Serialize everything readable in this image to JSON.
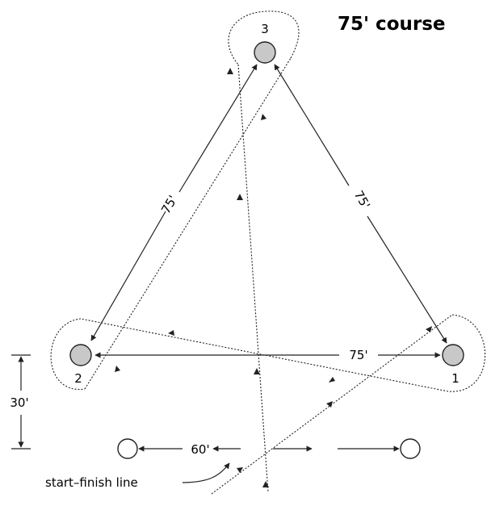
{
  "title": "75' course",
  "barrels": [
    {
      "id": "1",
      "label": "1"
    },
    {
      "id": "2",
      "label": "2"
    },
    {
      "id": "3",
      "label": "3"
    }
  ],
  "dimensions": {
    "side_2_3": "75'",
    "side_3_1": "75'",
    "side_2_1": "75'",
    "start_width": "60'",
    "start_gap": "30'"
  },
  "start_finish_label": "start–finish line",
  "colors": {
    "line": "#222222",
    "barrel_fill": "#c8c8c8",
    "marker_fill": "#ffffff"
  }
}
